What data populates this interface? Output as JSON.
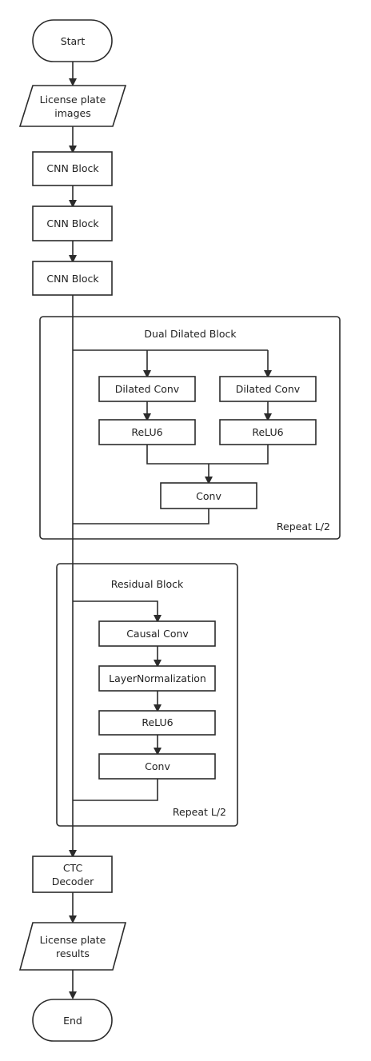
{
  "diagram": {
    "start": "Start",
    "input": [
      "License plate",
      "images"
    ],
    "cnn_block_1": "CNN Block",
    "cnn_block_2": "CNN Block",
    "cnn_block_3": "CNN Block",
    "dual_dilated": {
      "title": "Dual Dilated Block",
      "repeat": "Repeat L/2",
      "dilated_conv_left": "Dilated Conv",
      "dilated_conv_right": "Dilated Conv",
      "relu6_left": "ReLU6",
      "relu6_right": "ReLU6",
      "conv": "Conv"
    },
    "residual": {
      "title": "Residual Block",
      "repeat": "Repeat L/2",
      "causal_conv": "Causal Conv",
      "layer_norm": "LayerNormalization",
      "relu6": "ReLU6",
      "conv": "Conv"
    },
    "ctc_decoder": [
      "CTC",
      "Decoder"
    ],
    "output": [
      "License plate",
      "results"
    ],
    "end": "End"
  }
}
